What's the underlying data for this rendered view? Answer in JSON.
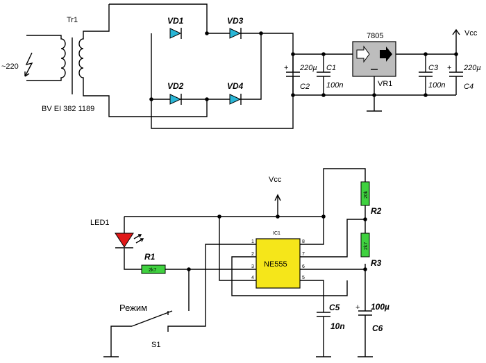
{
  "power_supply": {
    "transformer": {
      "ref": "Tr1",
      "input": "~220",
      "part": "BV EI 382 1189"
    },
    "diodes": [
      "VD1",
      "VD2",
      "VD3",
      "VD4"
    ],
    "c1": {
      "ref": "C1",
      "value": "100n"
    },
    "c2": {
      "ref": "C2",
      "value": "220µ"
    },
    "c3": {
      "ref": "C3",
      "value": "100n"
    },
    "c4": {
      "ref": "C4",
      "value": "220µ"
    },
    "regulator": {
      "ref": "VR1",
      "part": "7805"
    },
    "vcc": "Vcc",
    "plus": "+"
  },
  "timer": {
    "vcc": "Vcc",
    "led": "LED1",
    "r1": {
      "ref": "R1",
      "value": "2k7"
    },
    "r2": {
      "ref": "R2",
      "value": "20k"
    },
    "r3": {
      "ref": "R3",
      "value": "2k7"
    },
    "ic": {
      "ref": "IC1",
      "part": "NE555",
      "pins": [
        "1",
        "2",
        "3",
        "4",
        "8",
        "7",
        "6",
        "5"
      ]
    },
    "c5": {
      "ref": "C5",
      "value": "10n"
    },
    "c6": {
      "ref": "C6",
      "value": "100µ"
    },
    "switch": {
      "ref": "S1",
      "label": "Режим"
    },
    "plus": "+"
  },
  "colors": {
    "wire": "#000000",
    "diode": "#29b6d6",
    "resistor": "#3fd13f",
    "ic": "#f5e61a",
    "led": "#e01818",
    "regulator": "#bdbdbd"
  }
}
